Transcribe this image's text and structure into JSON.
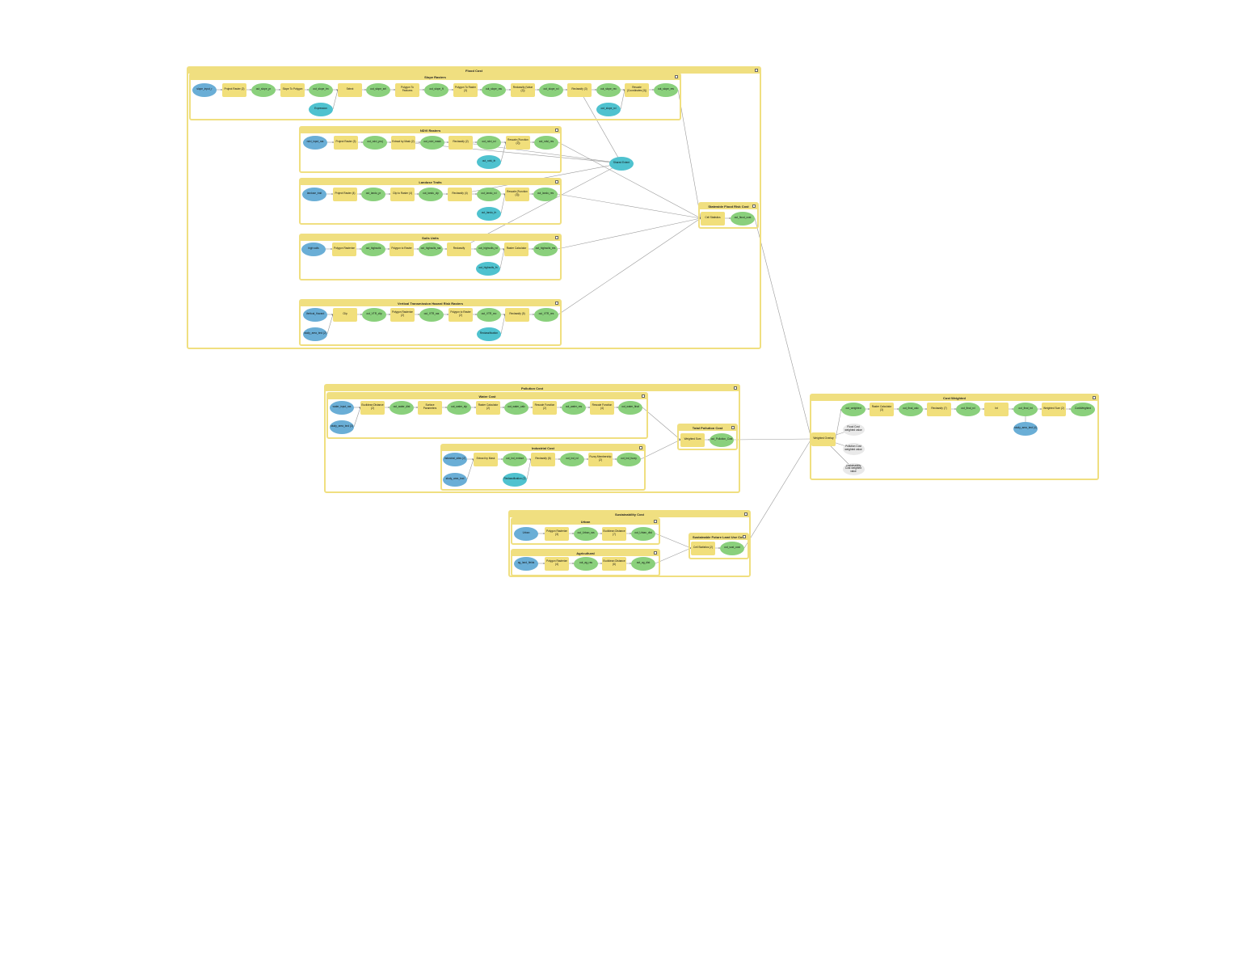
{
  "diagram_title": "",
  "colors": {
    "group_border": "#f0df80",
    "tool": "#f1df7b",
    "input_data": "#6aaed6",
    "output_data": "#8ad07c",
    "parameter": "#4fc2cf",
    "inactive": "#e9e9e9",
    "connector": "#9a9a9a"
  },
  "groups": [
    {
      "id": "g_flood",
      "title": "Flood Cost"
    },
    {
      "id": "g_slope",
      "title": "Slope Rasters"
    },
    {
      "id": "g_ndvi",
      "title": "NDVI Rasters"
    },
    {
      "id": "g_land",
      "title": "Landuse Traits"
    },
    {
      "id": "g_soils",
      "title": "Soils Units"
    },
    {
      "id": "g_vriver",
      "title": "Vertical Transmission Hazard Risk Rasters"
    },
    {
      "id": "g_flood_calc",
      "title": "Statewide Flood Risk Cost"
    },
    {
      "id": "g_pollution",
      "title": "Pollution Cost"
    },
    {
      "id": "g_water",
      "title": "Water Cost"
    },
    {
      "id": "g_industrial",
      "title": "Industrial Cost"
    },
    {
      "id": "g_pollution_calc",
      "title": "Total Pollution Cost"
    },
    {
      "id": "g_sust",
      "title": "Sustainability Cost"
    },
    {
      "id": "g_urban",
      "title": "Urban"
    },
    {
      "id": "g_ag",
      "title": "Agricultural"
    },
    {
      "id": "g_sust_calc",
      "title": "Sustainable Future Land Use Cost"
    },
    {
      "id": "g_final",
      "title": "Cost Weighted"
    }
  ],
  "nodes": [
    {
      "id": "n1",
      "type": "input",
      "label": "slope_input_r"
    },
    {
      "id": "n2",
      "type": "tool",
      "label": "Project Raster (2)"
    },
    {
      "id": "n3",
      "type": "output",
      "label": "out_slope_pr"
    },
    {
      "id": "n4",
      "type": "tool",
      "label": "Slope To Polygon"
    },
    {
      "id": "n5",
      "type": "output",
      "label": "out_slope_tm"
    },
    {
      "id": "n6",
      "type": "tool",
      "label": "Select"
    },
    {
      "id": "n7",
      "type": "output",
      "label": "out_slope_sel"
    },
    {
      "id": "n8",
      "type": "tool",
      "label": "Polygon To Features"
    },
    {
      "id": "n9",
      "type": "output",
      "label": "out_slope_ft"
    },
    {
      "id": "n10",
      "type": "tool",
      "label": "Polygon To Raster (3)"
    },
    {
      "id": "n11",
      "type": "output",
      "label": "out_slope_ras"
    },
    {
      "id": "n12",
      "type": "tool",
      "label": "Reclassify (Value (2))"
    },
    {
      "id": "n13",
      "type": "output",
      "label": "out_slope_rcl"
    },
    {
      "id": "n14",
      "type": "tool",
      "label": "Reclassify (3)"
    },
    {
      "id": "n15",
      "type": "output",
      "label": "out_slope_rec"
    },
    {
      "id": "n16",
      "type": "tool",
      "label": "Rescale (Coordinates (3))"
    },
    {
      "id": "n17",
      "type": "output",
      "label": "out_slope_res"
    },
    {
      "id": "n18",
      "type": "param",
      "label": "Expression"
    },
    {
      "id": "n19",
      "type": "param",
      "label": "out_slope_rcl"
    },
    {
      "id": "n20",
      "type": "input",
      "label": "ndvi_input_ras"
    },
    {
      "id": "n21",
      "type": "tool",
      "label": "Project Raster (3)"
    },
    {
      "id": "n22",
      "type": "output",
      "label": "out_ndvi_proj"
    },
    {
      "id": "n23",
      "type": "tool",
      "label": "Extract by Mask (2)"
    },
    {
      "id": "n24",
      "type": "output",
      "label": "out_ndvi_mask"
    },
    {
      "id": "n25",
      "type": "tool",
      "label": "Reclassify (2)"
    },
    {
      "id": "n26",
      "type": "output",
      "label": "out_ndvi_rcl"
    },
    {
      "id": "n27",
      "type": "tool",
      "label": "Rescale (Function (2))"
    },
    {
      "id": "n28",
      "type": "output",
      "label": "out_ndvi_res"
    },
    {
      "id": "n29",
      "type": "param",
      "label": "out_ndvi_fn"
    },
    {
      "id": "n30",
      "type": "param",
      "label": "Shared Extent"
    },
    {
      "id": "n31",
      "type": "input",
      "label": "landuse_trait"
    },
    {
      "id": "n32",
      "type": "tool",
      "label": "Project Raster (4)"
    },
    {
      "id": "n33",
      "type": "output",
      "label": "out_landu_pr"
    },
    {
      "id": "n34",
      "type": "tool",
      "label": "Clip to Raster (4)"
    },
    {
      "id": "n35",
      "type": "output",
      "label": "out_landu_clp"
    },
    {
      "id": "n36",
      "type": "tool",
      "label": "Reclassify (4)"
    },
    {
      "id": "n37",
      "type": "output",
      "label": "out_landu_rcl"
    },
    {
      "id": "n38",
      "type": "tool",
      "label": "Rescale (Function (3))"
    },
    {
      "id": "n39",
      "type": "output",
      "label": "out_landu_res"
    },
    {
      "id": "n40",
      "type": "param",
      "label": "out_landu_fn"
    },
    {
      "id": "n41",
      "type": "input",
      "label": "high soils"
    },
    {
      "id": "n42",
      "type": "tool",
      "label": "Polygon Rasterize"
    },
    {
      "id": "n43",
      "type": "output",
      "label": "out_highsoils"
    },
    {
      "id": "n44",
      "type": "tool",
      "label": "Polygon to Raster"
    },
    {
      "id": "n45",
      "type": "output",
      "label": "out_highsoils_ras"
    },
    {
      "id": "n46",
      "type": "tool",
      "label": "Reclassify"
    },
    {
      "id": "n47",
      "type": "output",
      "label": "out_highsoils_rcl"
    },
    {
      "id": "n48",
      "type": "tool",
      "label": "Raster Calculator"
    },
    {
      "id": "n49",
      "type": "output",
      "label": "out_highsoils_res"
    },
    {
      "id": "n50",
      "type": "param",
      "label": "out_highsoils_fn"
    },
    {
      "id": "n51",
      "type": "input",
      "label": "Vertical_Hazard"
    },
    {
      "id": "n52",
      "type": "tool",
      "label": "Clip"
    },
    {
      "id": "n53",
      "type": "output",
      "label": "out_VTR_clip"
    },
    {
      "id": "n54",
      "type": "tool",
      "label": "Polygon Rasterize (2)"
    },
    {
      "id": "n55",
      "type": "output",
      "label": "out_VTR_ras"
    },
    {
      "id": "n56",
      "type": "tool",
      "label": "Polygon to Raster (2)"
    },
    {
      "id": "n57",
      "type": "output",
      "label": "out_VTR_rec"
    },
    {
      "id": "n58",
      "type": "tool",
      "label": "Reclassify (5)"
    },
    {
      "id": "n59",
      "type": "output",
      "label": "out_VTR_res"
    },
    {
      "id": "n60",
      "type": "input",
      "label": "study_area_bnd (2)"
    },
    {
      "id": "n61",
      "type": "param",
      "label": "Reclassification"
    },
    {
      "id": "n62",
      "type": "tool",
      "label": "Cell Statistics"
    },
    {
      "id": "n63",
      "type": "output",
      "label": "out_flood_cost"
    },
    {
      "id": "n64",
      "type": "input",
      "label": "water_input_ras"
    },
    {
      "id": "n65",
      "type": "tool",
      "label": "Euclidean Distance (2)"
    },
    {
      "id": "n66",
      "type": "output",
      "label": "out_water_dist"
    },
    {
      "id": "n67",
      "type": "tool",
      "label": "Surface Parameters"
    },
    {
      "id": "n68",
      "type": "output",
      "label": "out_water_slp"
    },
    {
      "id": "n69",
      "type": "tool",
      "label": "Raster Calculator (2)"
    },
    {
      "id": "n70",
      "type": "output",
      "label": "out_water_calc"
    },
    {
      "id": "n71",
      "type": "tool",
      "label": "Rescale Function (2)"
    },
    {
      "id": "n72",
      "type": "output",
      "label": "out_water_res"
    },
    {
      "id": "n73",
      "type": "tool",
      "label": "Rescale Function (4)"
    },
    {
      "id": "n74",
      "type": "output",
      "label": "out_water_final"
    },
    {
      "id": "n75",
      "type": "input",
      "label": "study_area_bnd (3)"
    },
    {
      "id": "n76",
      "type": "input",
      "label": "industrial_sites (2)"
    },
    {
      "id": "n77",
      "type": "tool",
      "label": "Extract by Mask"
    },
    {
      "id": "n78",
      "type": "output",
      "label": "out_ind_extract"
    },
    {
      "id": "n79",
      "type": "tool",
      "label": "Reclassify (6)"
    },
    {
      "id": "n80",
      "type": "output",
      "label": "out_ind_rcl"
    },
    {
      "id": "n81",
      "type": "tool",
      "label": "Fuzzy Membership (2)"
    },
    {
      "id": "n82",
      "type": "output",
      "label": "out_ind_fuzzy"
    },
    {
      "id": "n83",
      "type": "input",
      "label": "study_area_bnd"
    },
    {
      "id": "n84",
      "type": "param",
      "label": "Reclassification (2)"
    },
    {
      "id": "n85",
      "type": "tool",
      "label": "Weighted Sum"
    },
    {
      "id": "n86",
      "type": "output",
      "label": "out_Pollution_Cost"
    },
    {
      "id": "n87",
      "type": "input",
      "label": "Urban"
    },
    {
      "id": "n88",
      "type": "tool",
      "label": "Polygon Rasterize (3)"
    },
    {
      "id": "n89",
      "type": "output",
      "label": "out_Urban_ras"
    },
    {
      "id": "n90",
      "type": "tool",
      "label": "Euclidean Distance (7)"
    },
    {
      "id": "n91",
      "type": "output",
      "label": "out_Urban_dist"
    },
    {
      "id": "n92",
      "type": "input",
      "label": "ag_land_fields"
    },
    {
      "id": "n93",
      "type": "tool",
      "label": "Polygon Rasterize (4)"
    },
    {
      "id": "n94",
      "type": "output",
      "label": "out_ag_ras"
    },
    {
      "id": "n95",
      "type": "tool",
      "label": "Euclidean Distance (6)"
    },
    {
      "id": "n96",
      "type": "output",
      "label": "out_ag_dist"
    },
    {
      "id": "n97",
      "type": "tool",
      "label": "Cell Statistics (2)"
    },
    {
      "id": "n98",
      "type": "output",
      "label": "out_sust_cost"
    },
    {
      "id": "n99",
      "type": "tool",
      "label": "Weighted Overlay"
    },
    {
      "id": "n100",
      "type": "output",
      "label": "out_weighted"
    },
    {
      "id": "n101",
      "type": "tool",
      "label": "Raster Calculator (3)"
    },
    {
      "id": "n102",
      "type": "output",
      "label": "out_final_calc"
    },
    {
      "id": "n103",
      "type": "tool",
      "label": "Reclassify (7)"
    },
    {
      "id": "n104",
      "type": "output",
      "label": "out_final_rcl"
    },
    {
      "id": "n105",
      "type": "tool",
      "label": "Int"
    },
    {
      "id": "n106",
      "type": "output",
      "label": "out_final_int"
    },
    {
      "id": "n107",
      "type": "tool",
      "label": "Weighted Sum (2)"
    },
    {
      "id": "n108",
      "type": "output",
      "label": "CostWeighted"
    },
    {
      "id": "n109",
      "type": "input",
      "label": "study_area_bnd (4)"
    },
    {
      "id": "n110",
      "type": "ghost",
      "label": "Flood Cost weighted value"
    },
    {
      "id": "n111",
      "type": "ghost",
      "label": "Pollution Cost weighted value"
    },
    {
      "id": "n112",
      "type": "ghost",
      "label": "Sustainability Cost weighted value"
    }
  ]
}
